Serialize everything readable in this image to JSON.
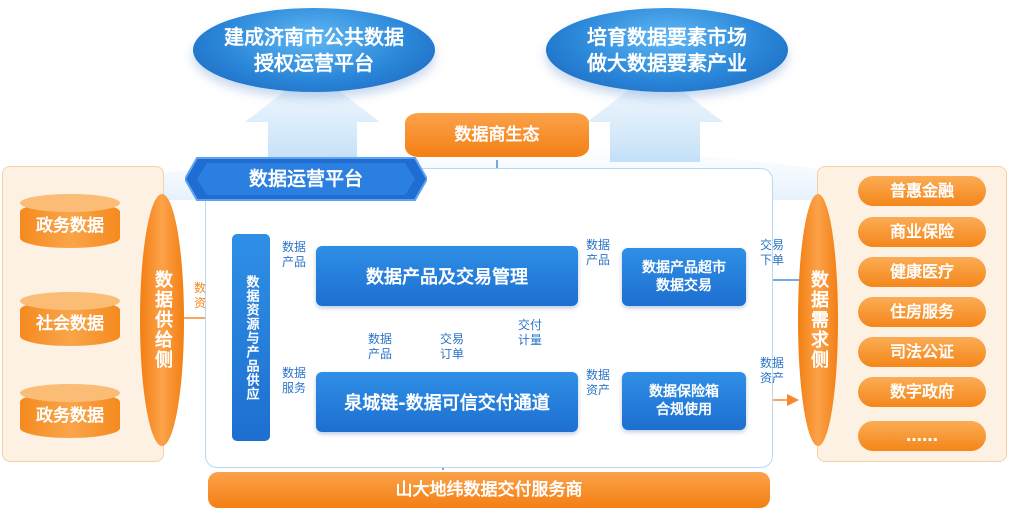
{
  "goals": {
    "left": [
      "建成济南市公共数据",
      "授权运营平台"
    ],
    "right": [
      "培育数据要素市场",
      "做大数据要素产业"
    ]
  },
  "ecosystem": "数据商生态",
  "platform_title": "数据运营平台",
  "supply": {
    "items": [
      "政务数据",
      "社会数据",
      "政务数据"
    ],
    "side_label": "数据供给侧",
    "flow_label": [
      "数据",
      "资源"
    ]
  },
  "demand": {
    "items": [
      "普惠金融",
      "商业保险",
      "健康医疗",
      "住房服务",
      "司法公证",
      "数字政府",
      "……"
    ],
    "side_label": "数据需求侧"
  },
  "resource_box": "数据资源与产品供应",
  "trade_box": "数据产品及交易管理",
  "chain_box": "泉城链-数据可信交付通道",
  "market_box": [
    "数据产品超市",
    "数据交易"
  ],
  "insurance_box": [
    "数据保险箱",
    "合规使用"
  ],
  "service_provider": "山大地纬数据交付服务商",
  "labels": {
    "product_top": [
      "数据",
      "产品"
    ],
    "service": [
      "数据",
      "服务"
    ],
    "product_down": [
      "数据",
      "产品"
    ],
    "order": [
      "交易",
      "订单"
    ],
    "billing": [
      "交付",
      "计量"
    ],
    "product_right": [
      "数据",
      "产品"
    ],
    "asset_right": [
      "数据",
      "资产"
    ],
    "trade_order": [
      "交易",
      "下单"
    ],
    "asset_out": [
      "数据",
      "资产"
    ]
  }
}
